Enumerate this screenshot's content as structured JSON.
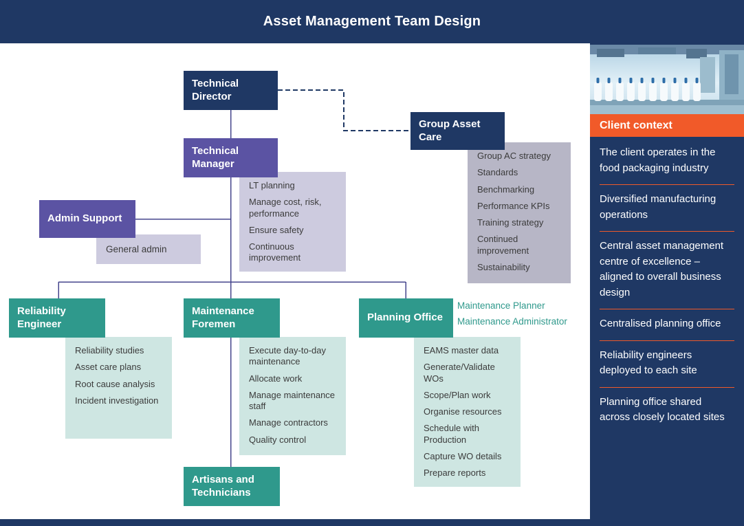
{
  "header": {
    "title": "Asset Management Team Design"
  },
  "org": {
    "nodes": {
      "technical_director": "Technical Director",
      "technical_manager": "Technical Manager",
      "admin_support": "Admin Support",
      "group_asset_care": "Group Asset Care",
      "reliability_engineer": "Reliability Engineer",
      "maintenance_foremen": "Maintenance Foremen",
      "planning_office": "Planning Office",
      "artisans_technicians": "Artisans and Technicians"
    },
    "general_admin": "General admin",
    "planning_roles": [
      "Maintenance Planner",
      "Maintenance Administrator"
    ],
    "responsibilities": {
      "technical_manager": [
        "LT planning",
        "Manage cost, risk, performance",
        "Ensure safety",
        "Continuous improvement"
      ],
      "group_asset_care": [
        "Group AC strategy",
        "Standards",
        "Benchmarking",
        "Performance KPIs",
        "Training strategy",
        "Continued improvement",
        "Sustainability"
      ],
      "reliability_engineer": [
        "Reliability studies",
        "Asset care plans",
        "Root cause analysis",
        "Incident investigation"
      ],
      "maintenance_foremen": [
        "Execute day-to-day maintenance",
        "Allocate work",
        "Manage maintenance staff",
        "Manage contractors",
        "Quality control"
      ],
      "planning_office": [
        "EAMS master data",
        "Generate/Validate WOs",
        "Scope/Plan work",
        "Organise resources",
        "Schedule with Production",
        "Capture WO details",
        "Prepare reports"
      ]
    }
  },
  "sidebar": {
    "heading": "Client context",
    "photo": "bottling-plant-photo",
    "items": [
      "The client operates in the food packaging industry",
      "Diversified manufacturing operations",
      "Central asset management centre of excellence – aligned to overall business design",
      "Centralised planning office",
      "Reliability engineers deployed to each site",
      "Planning office shared across closely located sites"
    ]
  },
  "colors": {
    "navy": "#1F3864",
    "purple": "#5B53A3",
    "teal": "#2F998C",
    "lavender": "#CDCBDF",
    "gray_lavender": "#B7B6C6",
    "light_teal": "#CEE6E2",
    "orange": "#F15A29",
    "connector": "#44448C"
  }
}
